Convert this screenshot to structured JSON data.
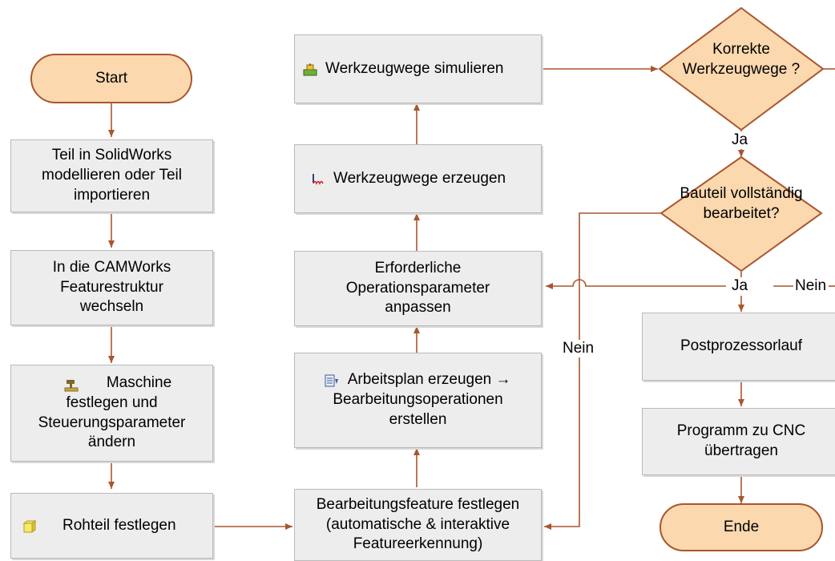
{
  "nodes": {
    "start": "Start",
    "teil": "Teil in SolidWorks modellieren oder Teil importieren",
    "featurestruktur": "In die CAMWorks Featurestruktur wechseln",
    "maschine": "Maschine festlegen und Steuerungsparameter ändern",
    "rohteil": "Rohteil festlegen",
    "bearbeitungsfeature": "Bearbeitungsfeature festlegen (automatische & interaktive Featureerkennung)",
    "arbeitsplan": "Arbeitsplan erzeugen → Bearbeitungsoperationen erstellen",
    "operationsparameter": "Erforderliche Operationsparameter anpassen",
    "erzeugen": "Werkzeugwege erzeugen",
    "simulieren": "Werkzeugwege simulieren",
    "korrekte": "Korrekte Werkzeugwege ?",
    "bauteil": "Bauteil vollständig bearbeitet?",
    "postprozessor": "Postprozessorlauf",
    "programm": "Programm zu CNC übertragen",
    "ende": "Ende"
  },
  "labels": {
    "ja_top": "Ja",
    "ja_bottom": "Ja",
    "nein_right": "Nein",
    "nein_loop": "Nein"
  },
  "icons": {
    "maschine": "machine-icon",
    "rohteil": "stock-cube-icon",
    "arbeitsplan": "operation-plan-icon",
    "erzeugen": "toolpath-generate-icon",
    "simulieren": "toolpath-simulate-icon"
  },
  "colors": {
    "connector": "#a9562e",
    "terminal_fill": "#fbd8ae",
    "process_fill": "#ededed"
  }
}
